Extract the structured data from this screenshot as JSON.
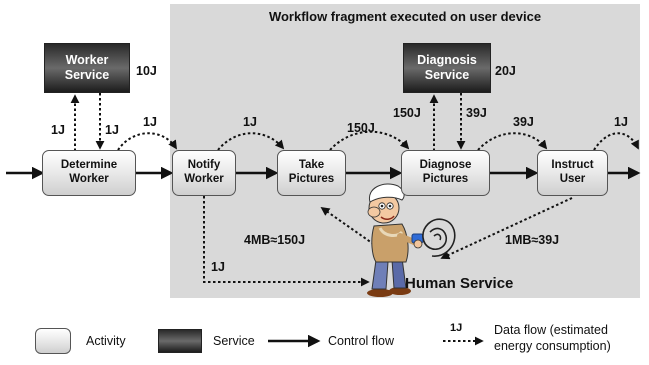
{
  "diagram": {
    "region_title": "Workflow fragment executed on user device",
    "activities": {
      "determine": "Determine\nWorker",
      "notify": "Notify\nWorker",
      "take": "Take\nPictures",
      "diagnose": "Diagnose\nPictures",
      "instruct": "Instruct\nUser"
    },
    "services": {
      "worker": "Worker\nService",
      "diagnosis": "Diagnosis\nService"
    },
    "energy": {
      "worker_service": "10J",
      "diagnosis_service": "20J",
      "worker_up": "1J",
      "worker_down": "1J",
      "determine_to_notify": "1J",
      "notify_to_take": "1J",
      "take_to_diagnose": "150J",
      "diagnose_up": "150J",
      "diagnose_down": "39J",
      "diagnose_to_instruct": "39J",
      "instruct_out": "1J",
      "human_to_take": "4MB≈150J",
      "instruct_to_human": "1MB≈39J",
      "notify_to_human": "1J"
    },
    "human_service": "Human Service"
  },
  "legend": {
    "activity": "Activity",
    "service": "Service",
    "control_flow": "Control flow",
    "data_flow_sample": "1J",
    "data_flow": "Data flow (estimated\nenergy consumption)"
  }
}
